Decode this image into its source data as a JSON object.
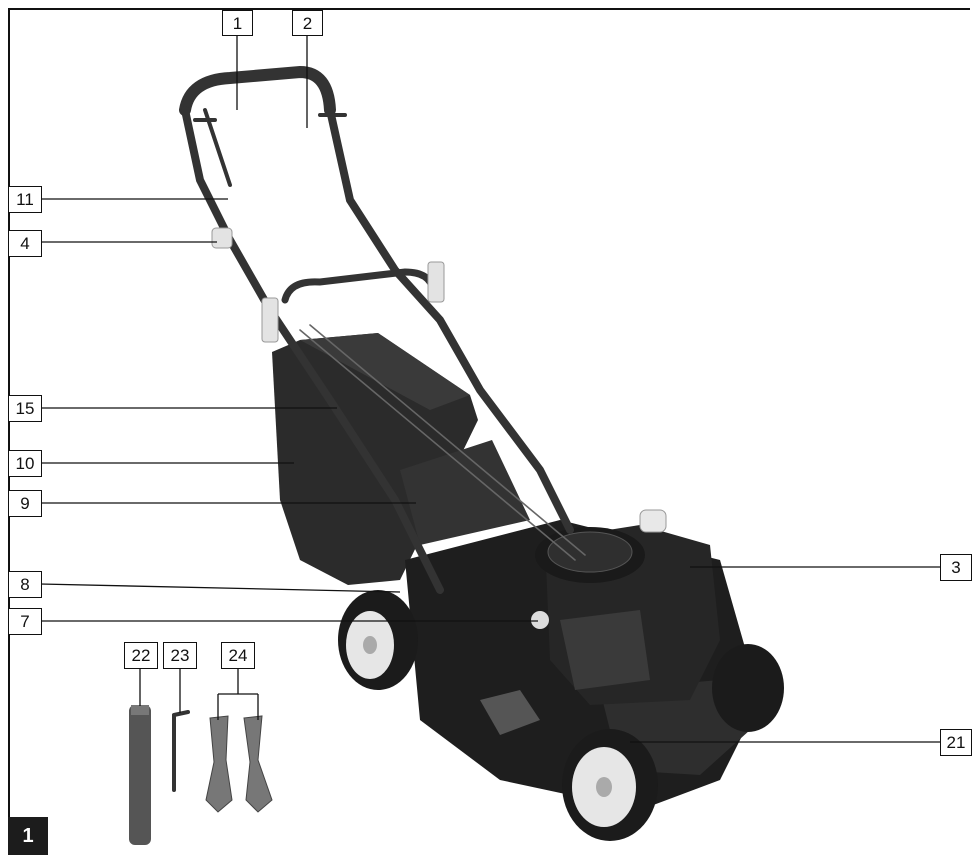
{
  "figure": {
    "number": "1"
  },
  "callouts": {
    "c1": "1",
    "c2": "2",
    "c3": "3",
    "c4": "4",
    "c7": "7",
    "c8": "8",
    "c9": "9",
    "c10": "10",
    "c11": "11",
    "c15": "15",
    "c21": "21",
    "c22": "22",
    "c23": "23",
    "c24": "24"
  },
  "colors": {
    "line": "#111111",
    "deck": "#1e1e1e",
    "bag": "#2b2b2b",
    "wheel_hub": "#e6e6e6"
  }
}
